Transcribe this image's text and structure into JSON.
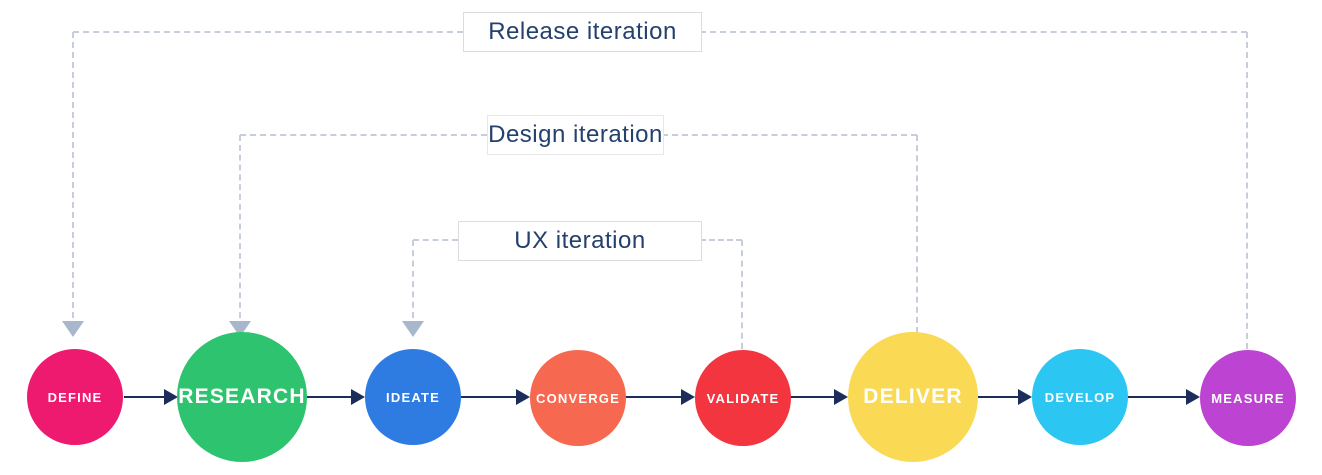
{
  "iterations": [
    {
      "id": "release",
      "label": "Release iteration"
    },
    {
      "id": "design",
      "label": "Design iteration"
    },
    {
      "id": "ux",
      "label": "UX iteration"
    }
  ],
  "stages": [
    {
      "label": "DEFINE",
      "color": "#ee1a70",
      "size": "small"
    },
    {
      "label": "RESEARCH",
      "color": "#2ec46f",
      "size": "large"
    },
    {
      "label": "IDEATE",
      "color": "#2e7ce2",
      "size": "small"
    },
    {
      "label": "CONVERGE",
      "color": "#f66850",
      "size": "small"
    },
    {
      "label": "VALIDATE",
      "color": "#f2353f",
      "size": "small"
    },
    {
      "label": "DELIVER",
      "color": "#fad955",
      "size": "large"
    },
    {
      "label": "DEVELOP",
      "color": "#2bc6f2",
      "size": "small"
    },
    {
      "label": "MEASURE",
      "color": "#bd43d2",
      "size": "small"
    }
  ],
  "colors": {
    "flow_arrow": "#1b2d5b",
    "dashed_line": "#c7cdd9",
    "loop_entry_arrow": "#a9b7cd",
    "loop_label_text": "#24406d",
    "stage_text": "#ffffff",
    "background": "#ffffff"
  }
}
